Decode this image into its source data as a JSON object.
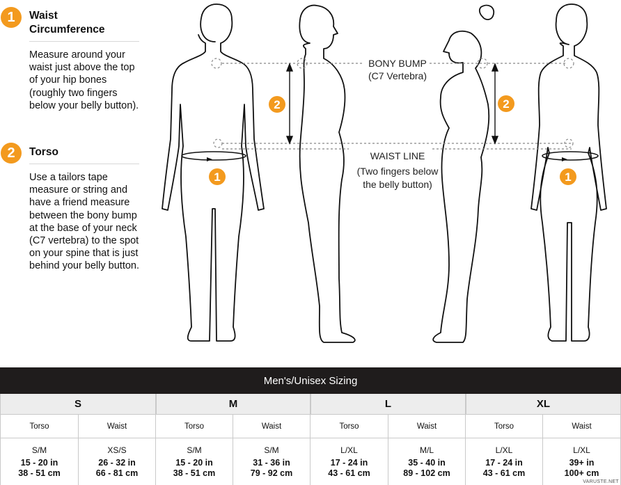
{
  "steps": [
    {
      "number": "1",
      "title_line1": "Waist",
      "title_line2": "Circumference",
      "body": "Measure around your waist just above the top of your hip bones (roughly two fingers below your belly button)."
    },
    {
      "number": "2",
      "title_line1": "Torso",
      "title_line2": "",
      "body": "Use a tailors tape measure or string and have a friend measure between the bony bump at the base of your neck (C7 vertebra) to the spot on your spine that is just behind your belly button."
    }
  ],
  "figure": {
    "bony_bump": "BONY BUMP",
    "bony_bump_sub": "(C7 Vertebra)",
    "waist_line": "WAIST LINE",
    "waist_sub1": "(Two fingers below",
    "waist_sub2": "the belly button)",
    "marker1": "1",
    "marker2": "2"
  },
  "colors": {
    "accent": "#f39a1e",
    "header_bg": "#1f1c1c",
    "size_row_bg": "#ededed"
  },
  "table": {
    "title": "Men's/Unisex Sizing",
    "sizes": [
      "S",
      "M",
      "L",
      "XL"
    ],
    "sub_headers": [
      "Torso",
      "Waist",
      "Torso",
      "Waist",
      "Torso",
      "Waist",
      "Torso",
      "Waist"
    ],
    "cells": [
      {
        "range": "S/M",
        "line1": "15 - 20 in",
        "line2": "38 - 51 cm"
      },
      {
        "range": "XS/S",
        "line1": "26 - 32 in",
        "line2": "66 - 81 cm"
      },
      {
        "range": "S/M",
        "line1": "15 - 20 in",
        "line2": "38 - 51 cm"
      },
      {
        "range": "S/M",
        "line1": "31 - 36 in",
        "line2": "79 - 92 cm"
      },
      {
        "range": "L/XL",
        "line1": "17 - 24 in",
        "line2": "43 - 61 cm"
      },
      {
        "range": "M/L",
        "line1": "35 - 40 in",
        "line2": "89 - 102 cm"
      },
      {
        "range": "L/XL",
        "line1": "17 - 24 in",
        "line2": "43 - 61 cm"
      },
      {
        "range": "L/XL",
        "line1": "39+ in",
        "line2": "100+ cm"
      }
    ]
  },
  "watermark": "VARUSTE.NET"
}
